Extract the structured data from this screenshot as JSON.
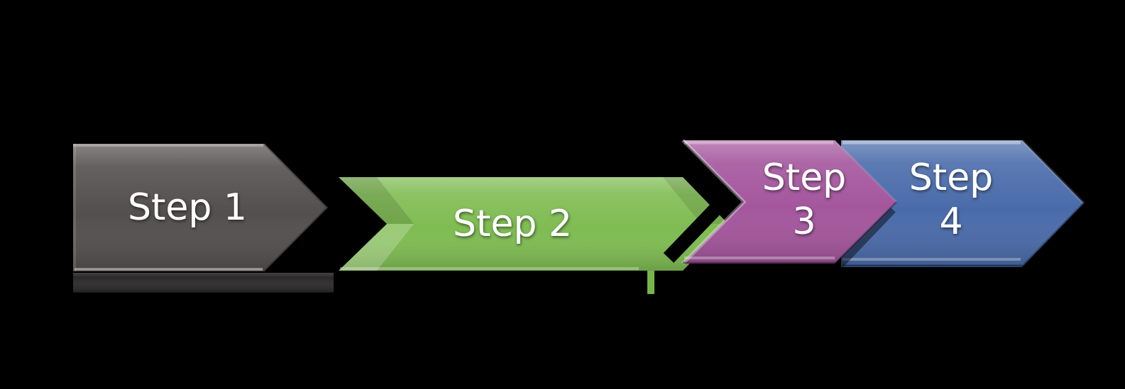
{
  "diagram": {
    "type": "process-flow",
    "background_color": "#000000",
    "text_color": "#ffffff",
    "steps": [
      {
        "label": "Step 1",
        "shape": "pentagon-arrow",
        "color": "#544f4f",
        "platform_color": "#2a2828"
      },
      {
        "label": "Step 2",
        "shape": "chevron-arrow",
        "color": "#7fbc52"
      },
      {
        "label": "Step 3",
        "line1": "Step",
        "line2": "3",
        "shape": "chevron-arrow",
        "color": "#a4569d"
      },
      {
        "label": "Step 4",
        "line1": "Step",
        "line2": "4",
        "shape": "pentagon-arrow",
        "color": "#4a6baa"
      }
    ]
  }
}
